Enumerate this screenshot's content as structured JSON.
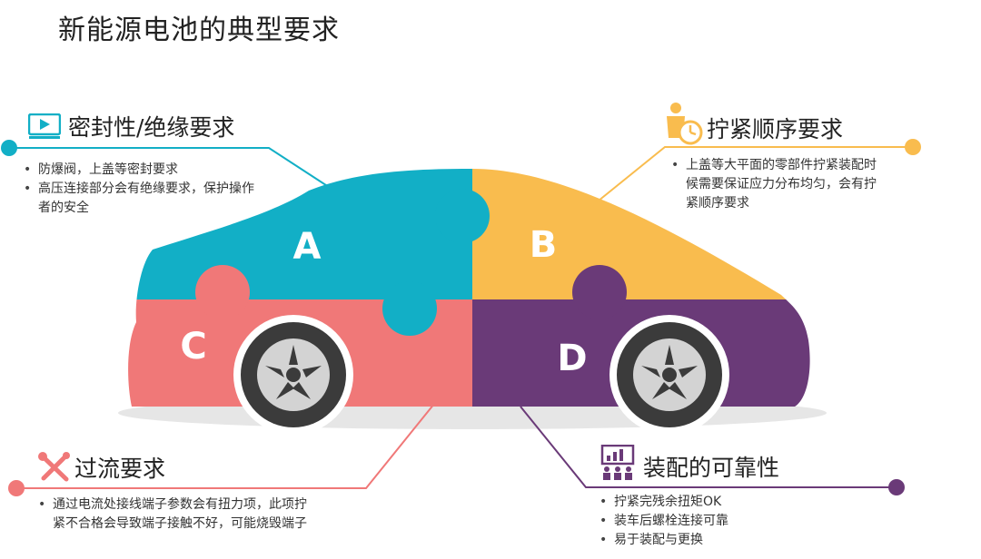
{
  "title": "新能源电池的典型要求",
  "pieces": {
    "a": {
      "letter": "A",
      "color": "#12AFC6"
    },
    "b": {
      "letter": "B",
      "color": "#F9BC4E"
    },
    "c": {
      "letter": "C",
      "color": "#F07878"
    },
    "d": {
      "letter": "D",
      "color": "#6A3A78"
    }
  },
  "sections": {
    "a": {
      "heading": "密封性/绝缘要求",
      "icon": "video-player-icon",
      "color": "#12AFC6",
      "bullets": [
        "防爆阀，上盖等密封要求",
        "高压连接部分会有绝缘要求，保护操作",
        "者的安全"
      ]
    },
    "b": {
      "heading": "拧紧顺序要求",
      "icon": "businessman-clock-icon",
      "color": "#F9BC4E",
      "bullets": [
        "上盖等大平面的零部件拧紧装配时",
        "候需要保证应力分布均匀，会有拧",
        "紧顺序要求"
      ]
    },
    "c": {
      "heading": "过流要求",
      "icon": "wrench-screwdriver-icon",
      "color": "#F07878",
      "bullets": [
        "通过电流处接线端子参数会有扭力项，此项拧",
        "紧不合格会导致端子接触不好，可能烧毁端子"
      ]
    },
    "d": {
      "heading": "装配的可靠性",
      "icon": "presentation-audience-icon",
      "color": "#6A3A78",
      "bullets": [
        "拧紧完残余扭矩OK",
        "装车后螺栓连接可靠",
        "易于装配与更换"
      ]
    }
  },
  "colors": {
    "tire": "#3a3a3a",
    "hub": "#cfcfcf",
    "shadow": "#e4e4e4"
  }
}
